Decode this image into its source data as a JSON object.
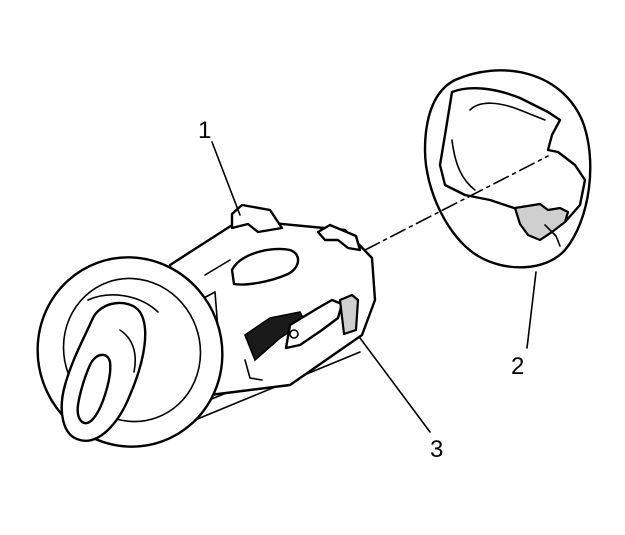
{
  "callouts": [
    {
      "id": "1",
      "text": "1"
    },
    {
      "id": "2",
      "text": "2"
    },
    {
      "id": "3",
      "text": "3"
    }
  ],
  "colors": {
    "line": "#000000",
    "background": "#ffffff",
    "shading": "#cfcfcf"
  }
}
